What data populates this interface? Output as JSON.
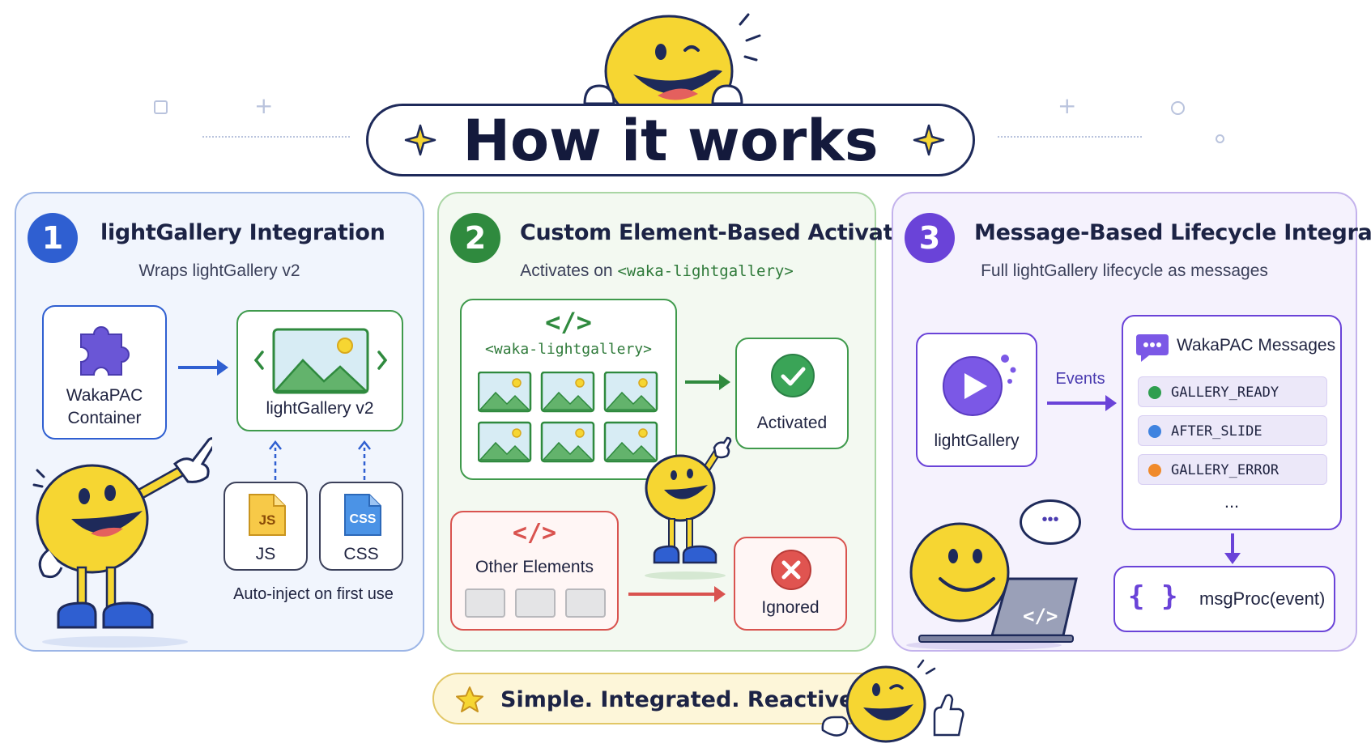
{
  "header": {
    "title": "How it works"
  },
  "panels": [
    {
      "number": "1",
      "title": "lightGallery Integration",
      "subtitle": "Wraps lightGallery v2",
      "container_label_1": "WakaPAC",
      "container_label_2": "Container",
      "gallery_label": "lightGallery v2",
      "js_icon_text": "JS",
      "js_label": "JS",
      "css_icon_text": "CSS",
      "css_label": "CSS",
      "auto_inject": "Auto-inject on first use"
    },
    {
      "number": "2",
      "title": "Custom Element-Based Activation",
      "subtitle_prefix": "Activates on ",
      "subtitle_code": "<waka-lightgallery>",
      "code_symbol": "</>",
      "element_tag": "<waka-lightgallery>",
      "activated_label": "Activated",
      "other_symbol": "</>",
      "other_label": "Other Elements",
      "ignored_label": "Ignored"
    },
    {
      "number": "3",
      "title": "Message-Based Lifecycle Integration",
      "subtitle": "Full lightGallery lifecycle as messages",
      "source_label": "lightGallery",
      "events_label": "Events",
      "messages_title": "WakaPAC Messages",
      "messages": [
        {
          "name": "GALLERY_READY",
          "color": "#2e9e4f"
        },
        {
          "name": "AFTER_SLIDE",
          "color": "#3f83e0"
        },
        {
          "name": "GALLERY_ERROR",
          "color": "#f08a2b"
        }
      ],
      "more": "...",
      "braces": "{ }",
      "handler": "msgProc(event)",
      "laptop_symbol": "</>",
      "bubble": "•••"
    }
  ],
  "footer": {
    "slogan": "Simple. Integrated. Reactive."
  },
  "colors": {
    "blue": "#2f5fd1",
    "green": "#2f8a3e",
    "purple": "#6a43d8",
    "red": "#d9534f",
    "navy": "#1e2a5a",
    "yellow": "#f6d632"
  }
}
